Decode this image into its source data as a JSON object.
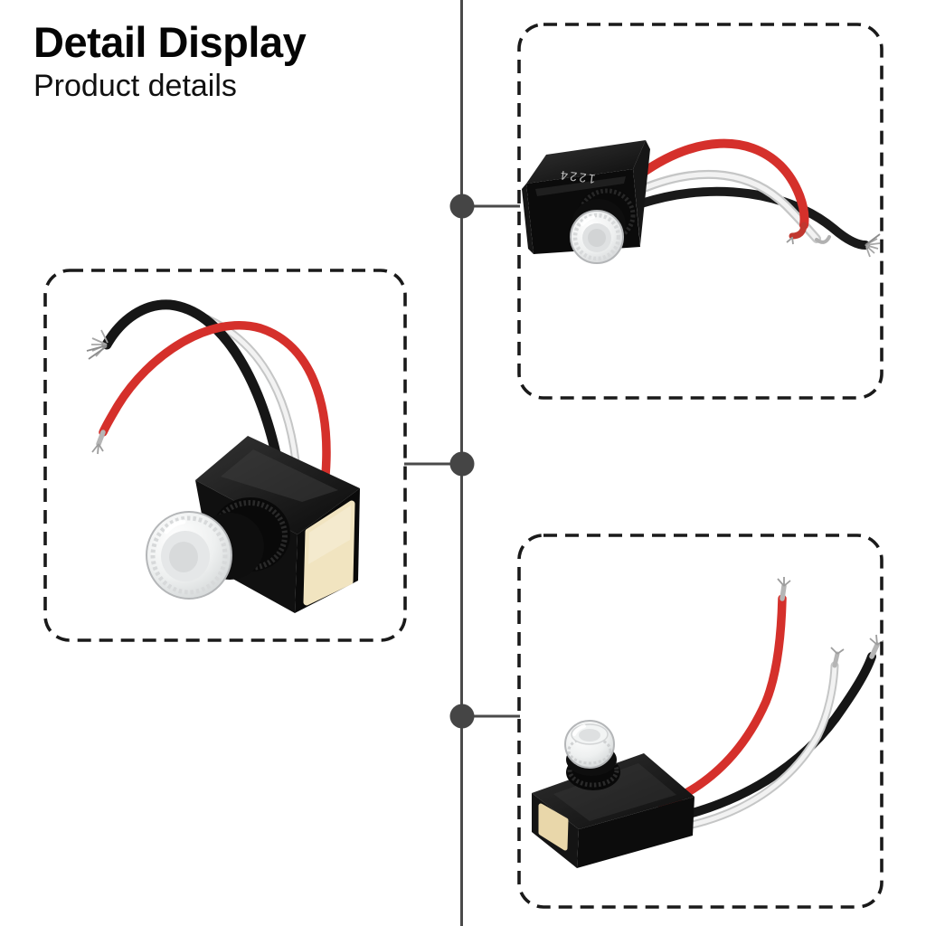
{
  "header": {
    "title": "Detail Display",
    "subtitle": "Product details"
  },
  "product": {
    "top_marking": "1224"
  },
  "panels": [
    {
      "position": "top-right",
      "image": "photocell-sensor-side-view-wires-right"
    },
    {
      "position": "left",
      "image": "photocell-sensor-closeup-wires-upper-left"
    },
    {
      "position": "bottom-right",
      "image": "photocell-sensor-angled-wires-upper-right"
    }
  ],
  "connector": {
    "node_count": 3
  },
  "colors": {
    "background": "#ffffff",
    "heading_text": "#050505",
    "connector_line": "#4a4a4a",
    "connector_dot": "#454545",
    "panel_dashed_border": "#1a1a1a",
    "sensor_body": "#0d0d0d",
    "sensor_label_beige": "#f1e4c0",
    "lens_glass": "#eef0f1",
    "wire_red": "#d5302b",
    "wire_black": "#1a1a1a",
    "wire_white": "#f1f1f1"
  }
}
